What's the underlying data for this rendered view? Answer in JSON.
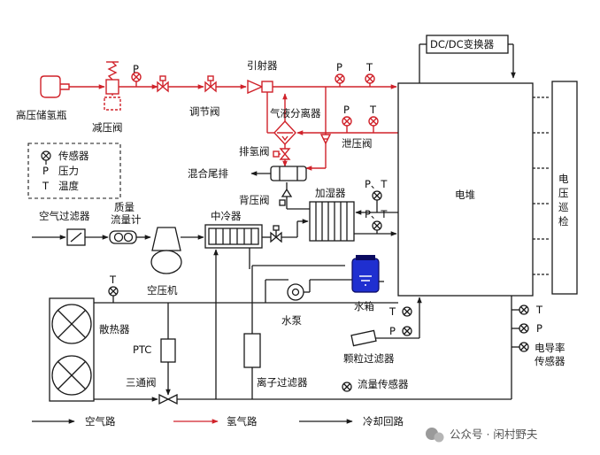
{
  "colors": {
    "hydrogen": "#d0222a",
    "line": "#1a1a1a",
    "water_tank": "#1f2fd0",
    "watermark": "#777777"
  },
  "labels": {
    "dcdc": "DC/DC变换器",
    "tank": "高压储氢瓶",
    "reducer": "减压阀",
    "regulator": "调节阀",
    "ejector": "引射器",
    "separator": "气液分离器",
    "purge_valve": "排氢阀",
    "relief_valve": "泄压阀",
    "exhaust": "混合尾排",
    "back_pressure": "背压阀",
    "humidifier": "加湿器",
    "stack": "电堆",
    "voltage_monitor": "电压巡检",
    "air_filter": "空气过滤器",
    "mass_flow_1": "质量",
    "mass_flow_2": "流量计",
    "intercooler": "中冷器",
    "compressor": "空压机",
    "radiator": "散热器",
    "ptc": "PTC",
    "three_way": "三通阀",
    "ion_filter": "离子过滤器",
    "pump": "水泵",
    "water_tank": "水箱",
    "particle_filter": "颗粒过滤器",
    "flow_sensor": "流量传感器",
    "conductivity_1": "电导率",
    "conductivity_2": "传感器",
    "P": "P",
    "T": "T",
    "PT": "P、T"
  },
  "legend_box": {
    "sensor": "传感器",
    "p_label": "P",
    "pressure": "压力",
    "t_label": "T",
    "temperature": "温度"
  },
  "legend_bottom": {
    "air": "空气路",
    "hydrogen": "氢气路",
    "coolant": "冷却回路"
  },
  "watermark": "公众号 · 闲村野夫"
}
